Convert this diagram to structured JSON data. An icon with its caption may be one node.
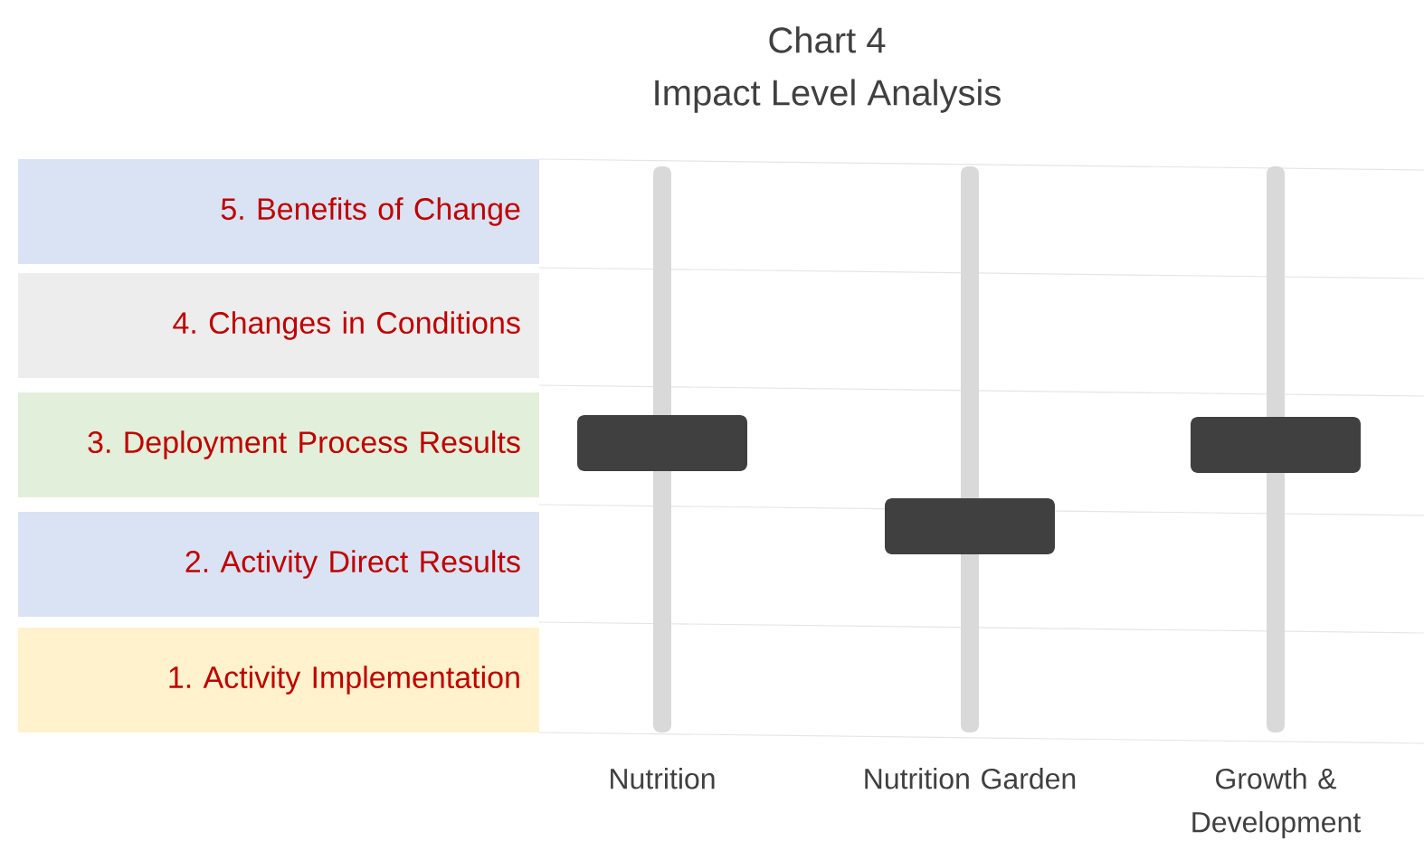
{
  "diagram": {
    "title": "Impact Level Analysis",
    "nodes": [
      {
        "text": [
          "5. Benefits of Change"
        ]
      },
      {
        "text": [
          "4. Changes in Conditions"
        ]
      },
      {
        "text": [
          "3. Deployment Process Results"
        ]
      },
      {
        "text": [
          "2. Activity Direct Results"
        ]
      },
      {
        "text": [
          "1. Activity Implementation"
        ]
      }
    ],
    "labels": [
      "Chart 4",
      "Nutrition",
      "Nutrition Garden",
      "Growth & Development"
    ]
  }
}
